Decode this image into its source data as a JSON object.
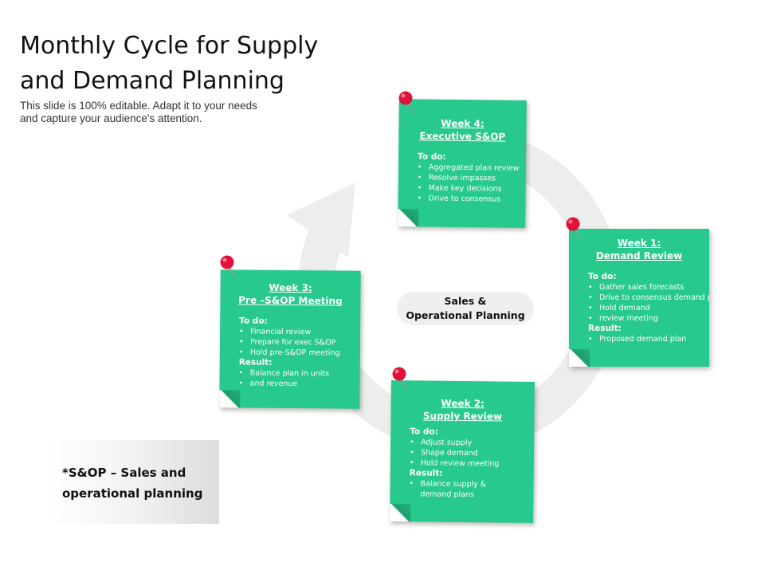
{
  "slide": {
    "title": "Monthly Cycle for Supply and Demand Planning",
    "subtitle": "This slide is 100% editable. Adapt it to your needs and capture your audience's attention."
  },
  "center": {
    "line1": "Sales &",
    "line2": "Operational Planning"
  },
  "legend": {
    "line1": "*S&OP – Sales and",
    "line2": "operational  planning"
  },
  "notes": {
    "week4": {
      "title": "Week 4:",
      "subtitle": "Executive S&OP",
      "todo_label": "To do:",
      "todo": [
        "Aggregated plan review",
        "Resolve impasses",
        "Make key decisions",
        "Drive to consensus"
      ]
    },
    "week1": {
      "title": "Week 1:",
      "subtitle": "Demand Review",
      "todo_label": "To do:",
      "todo": [
        "Gather sales forecasts",
        "Drive to consensus demand plan",
        "Hold demand",
        "review meeting"
      ],
      "result_label": "Result:",
      "result": [
        "Proposed demand plan"
      ]
    },
    "week3": {
      "title": "Week 3:",
      "subtitle": "Pre –S&OP Meeting",
      "todo_label": "To do:",
      "todo": [
        "Financial review",
        "Prepare for exec S&OP",
        "Hold pre-S&OP meeting"
      ],
      "result_label": "Result:",
      "result": [
        "Balance plan in units",
        "and revenue"
      ]
    },
    "week2": {
      "title": "Week 2:",
      "subtitle": "Supply Review",
      "todo_label": "To do:",
      "todo": [
        "Adjust supply",
        "Shape demand",
        "Hold review meeting"
      ],
      "result_label": "Result:",
      "result": [
        "Balance supply & demand plans"
      ]
    }
  },
  "colors": {
    "note_green": "#27c98c",
    "pin_red": "#e0123a",
    "cycle_gray": "#ededed"
  }
}
